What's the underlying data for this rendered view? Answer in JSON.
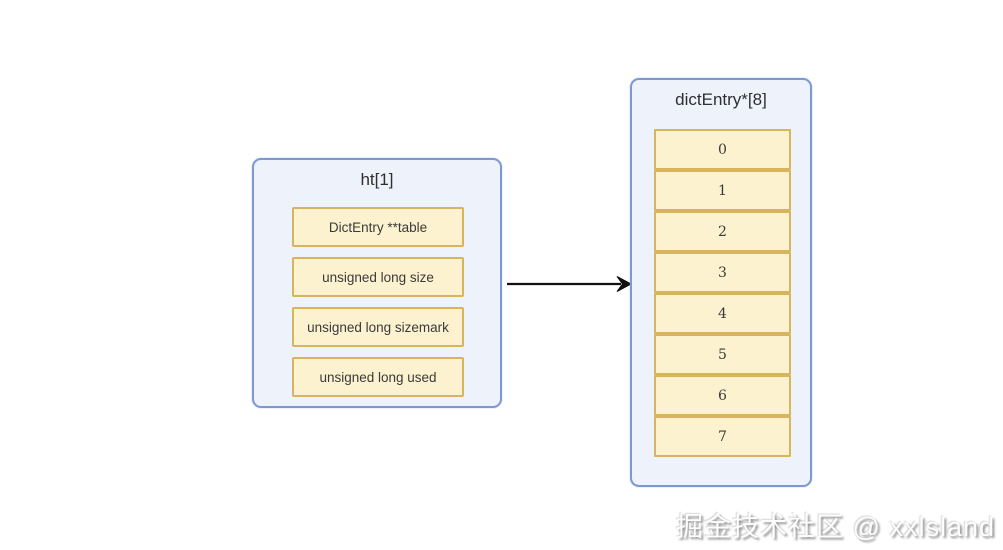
{
  "diagram": {
    "left_box": {
      "title": "ht[1]",
      "fields": [
        "DictEntry **table",
        "unsigned long size",
        "unsigned long sizemark",
        "unsigned long used"
      ]
    },
    "right_box": {
      "title": "dictEntry*[8]",
      "cells": [
        "0",
        "1",
        "2",
        "3",
        "4",
        "5",
        "6",
        "7"
      ]
    },
    "arrow": {
      "icon": "right-arrow-icon",
      "direction": "left-to-right"
    }
  },
  "watermark": "掘金技术社区 @ xxlsland",
  "colors": {
    "container_fill": "#eef2fb",
    "container_border": "#7d99d1",
    "cell_fill": "#fdf2cf",
    "cell_border": "#d9b45e",
    "text": "#3a3a3a",
    "arrow": "#111111",
    "background": "#ffffff"
  }
}
